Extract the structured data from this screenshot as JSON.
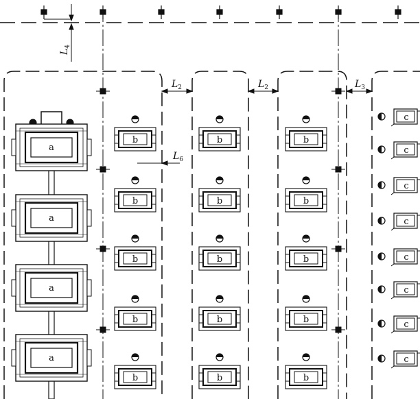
{
  "dimensions": {
    "L2": {
      "main": "L",
      "sub": "2"
    },
    "L3": {
      "main": "L",
      "sub": "3"
    },
    "L4": {
      "main": "L",
      "sub": "4"
    },
    "L6": {
      "main": "L",
      "sub": "6"
    }
  },
  "machines": {
    "a": {
      "label": "a",
      "count": 4
    },
    "b": {
      "label": "b",
      "per_column": 5,
      "columns": 3
    },
    "c": {
      "label": "c",
      "count": 8
    }
  },
  "colors": {
    "line": "#111111",
    "background": "#ffffff"
  }
}
